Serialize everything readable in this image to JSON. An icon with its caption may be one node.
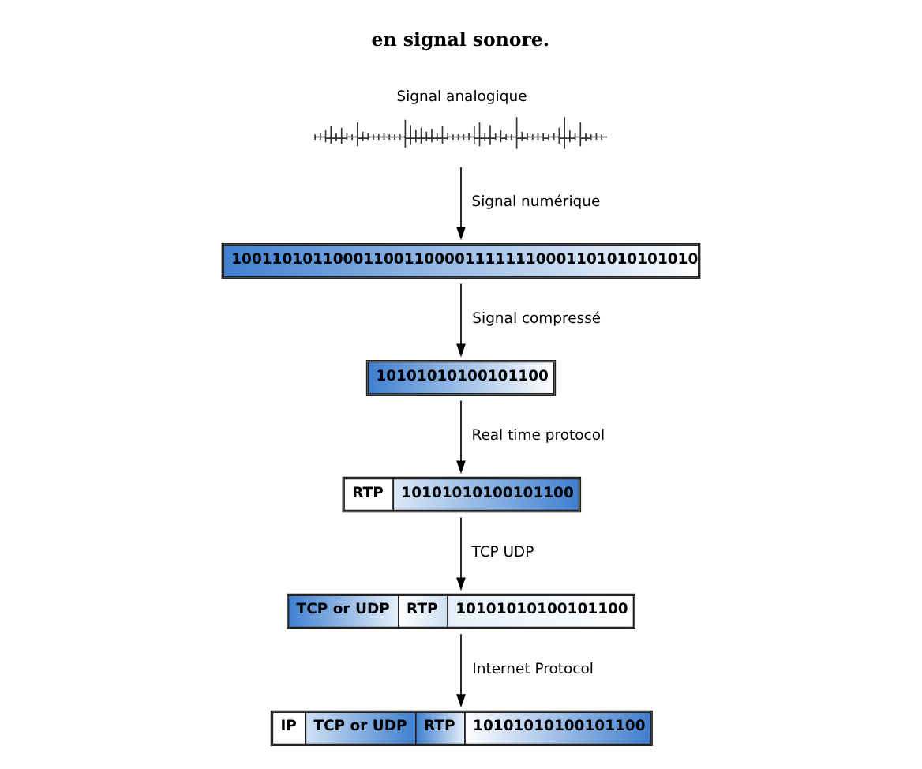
{
  "diagram": {
    "nodes": [
      {
        "text": [
          "Signal analogique"
        ]
      },
      {
        "text": [
          "1001101011000110011000011111110001101010101010"
        ]
      },
      {
        "text": [
          "10101010100101100"
        ]
      },
      {
        "text": [
          "RTP",
          "10101010100101100"
        ]
      },
      {
        "text": [
          "TCP or UDP",
          "RTP",
          "10101010100101100"
        ]
      },
      {
        "text": [
          "IP",
          "TCP or UDP",
          "RTP",
          "10101010100101100"
        ]
      }
    ],
    "edges": [
      {
        "from": 0,
        "to": 1,
        "arrow": "to",
        "label": "Signal numérique"
      },
      {
        "from": 1,
        "to": 2,
        "arrow": "to",
        "label": "Signal compressé"
      },
      {
        "from": 2,
        "to": 3,
        "arrow": "to",
        "label": "Real time protocol"
      },
      {
        "from": 3,
        "to": 4,
        "arrow": "to",
        "label": "TCP UDP"
      },
      {
        "from": 4,
        "to": 5,
        "arrow": "to",
        "label": "Internet Protocol"
      }
    ],
    "labels": [
      "en signal sonore."
    ]
  }
}
